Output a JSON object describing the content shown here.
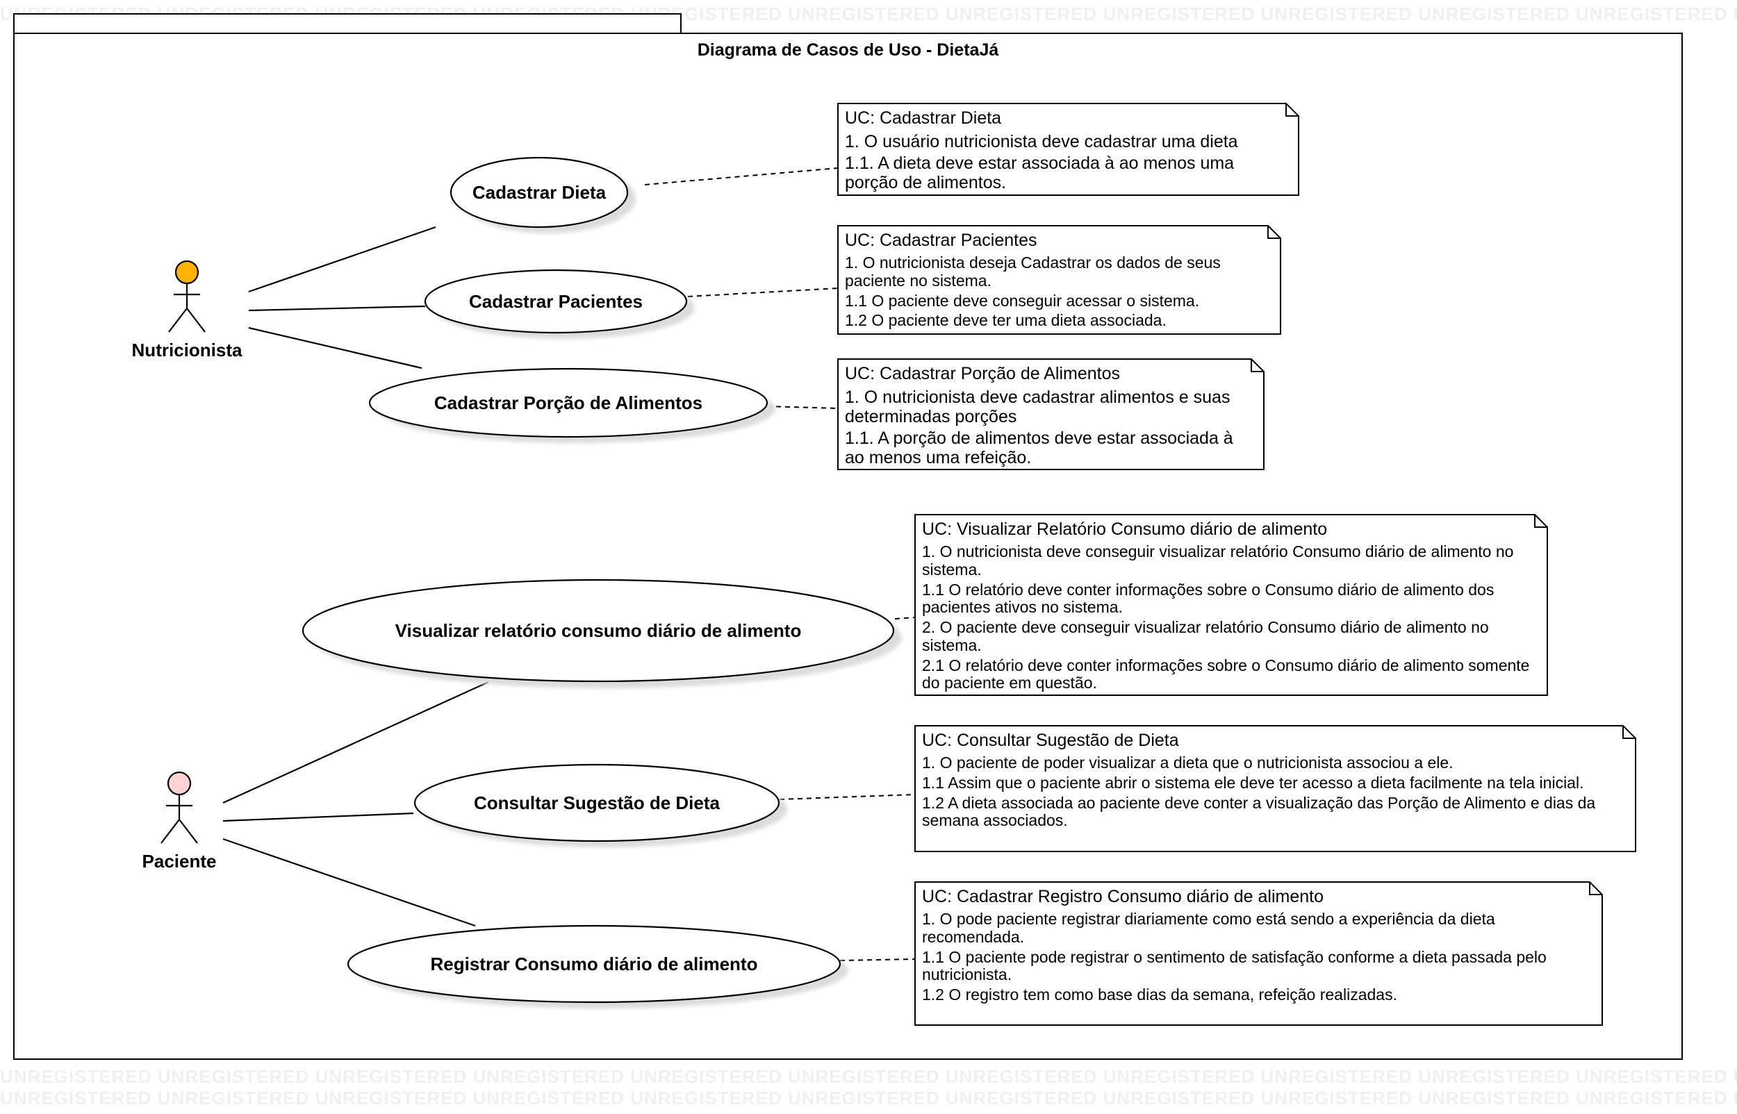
{
  "watermark": "UNREGISTERED",
  "diagram": {
    "title": "Diagrama de Casos de Uso - DietaJá"
  },
  "actors": {
    "nutricionista": {
      "label": "Nutricionista",
      "head_color": "#ffb300"
    },
    "paciente": {
      "label": "Paciente",
      "head_color": "#fdd3d3"
    }
  },
  "use_cases": {
    "cadastrar_dieta": "Cadastrar Dieta",
    "cadastrar_pacientes": "Cadastrar Pacientes",
    "cadastrar_porcao": "Cadastrar Porção de Alimentos",
    "visualizar_relatorio": "Visualizar relatório consumo diário de alimento",
    "consultar_sugestao": "Consultar Sugestão de Dieta",
    "registrar_consumo": "Registrar Consumo diário de alimento"
  },
  "notes": {
    "cadastrar_dieta": {
      "title": "UC: Cadastrar Dieta",
      "lines": [
        "1. O usuário nutricionista deve cadastrar uma dieta",
        "1.1. A dieta deve estar associada à ao menos uma porção de alimentos."
      ]
    },
    "cadastrar_pacientes": {
      "title": "UC: Cadastrar Pacientes",
      "lines": [
        "1. O nutricionista deseja Cadastrar os dados de seus paciente no sistema.",
        " 1.1 O paciente deve conseguir acessar o sistema.",
        " 1.2 O paciente deve ter uma dieta associada."
      ]
    },
    "cadastrar_porcao": {
      "title": "UC: Cadastrar Porção de Alimentos",
      "lines": [
        "1. O nutricionista deve cadastrar alimentos e suas determinadas porções",
        "1.1. A porção de alimentos deve estar associada à ao menos uma refeição."
      ]
    },
    "visualizar_relatorio": {
      "title": "UC: Visualizar Relatório Consumo diário de alimento",
      "lines": [
        "1. O nutricionista deve conseguir visualizar relatório Consumo diário de alimento no sistema.",
        " 1.1 O relatório deve conter informações sobre o Consumo diário de alimento dos pacientes ativos no sistema.",
        "2. O paciente deve conseguir visualizar relatório Consumo diário de alimento no sistema.",
        " 2.1 O relatório deve conter informações sobre o Consumo diário de alimento somente do paciente em questão."
      ]
    },
    "consultar_sugestao": {
      "title": "UC: Consultar Sugestão de Dieta",
      "lines": [
        "1. O paciente de poder visualizar a dieta que o nutricionista associou a ele.",
        " 1.1 Assim que o paciente abrir o sistema ele deve ter acesso a dieta facilmente na tela inicial.",
        " 1.2 A dieta associada ao paciente deve conter a visualização das Porção de Alimento e dias da semana associados."
      ]
    },
    "registrar_consumo": {
      "title": "UC: Cadastrar Registro Consumo diário de alimento",
      "lines": [
        "1. O pode paciente registrar diariamente como está sendo a experiência da dieta recomendada.",
        " 1.1 O paciente pode registrar o sentimento de satisfação conforme a dieta passada pelo nutricionista.",
        " 1.2 O registro tem como base dias da semana, refeição realizadas."
      ]
    }
  }
}
